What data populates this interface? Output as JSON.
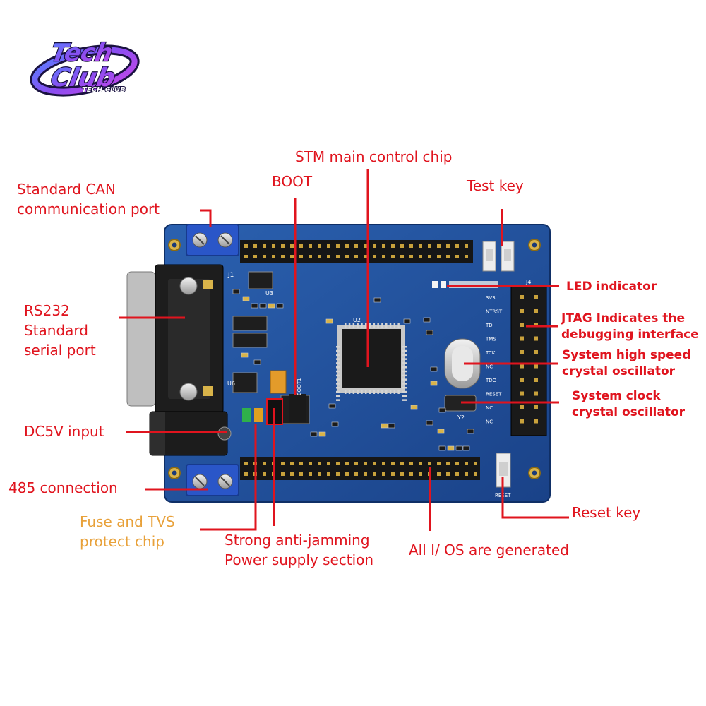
{
  "logo": {
    "text_top": "Tech",
    "text_mid": "Club",
    "text_sub": "TECH CLUB"
  },
  "colors": {
    "label_red": "#e0141e",
    "label_orange": "#e8a13a",
    "board_blue": "#1f4f9a",
    "terminal_blue": "#2a56c8",
    "header_black": "#161616",
    "pin_gold": "#c9a23c"
  },
  "labels": {
    "can_port": "Standard CAN\ncommunication port",
    "boot": "BOOT",
    "stm_chip": "STM main control chip",
    "test_key": "Test key",
    "led": "LED indicator",
    "jtag": "JTAG Indicates the\ndebugging interface",
    "hs_osc": "System high speed\ncrystal oscillator",
    "clk_osc": "System clock\ncrystal oscillator",
    "rs232": "RS232\nStandard\nserial port",
    "dc5v": "DC5V input",
    "rs485": "485 connection",
    "fuse": "Fuse and TVS\nprotect chip",
    "power": "Strong anti-jamming\nPower supply section",
    "io": "All I/ OS are generated",
    "reset": "Reset key"
  },
  "board": {
    "jtag_pins": [
      "3V3",
      "NTRST",
      "TDI",
      "TMS",
      "TCK",
      "NC",
      "TDO",
      "RESET",
      "NC",
      "NC"
    ],
    "silk_j1": "J1",
    "silk_j4": "J4",
    "silk_u2": "U2",
    "silk_y2": "Y2",
    "silk_u3": "U3",
    "silk_u6": "U6",
    "silk_boot": "BOOT1",
    "silk_rst": "RESET"
  }
}
